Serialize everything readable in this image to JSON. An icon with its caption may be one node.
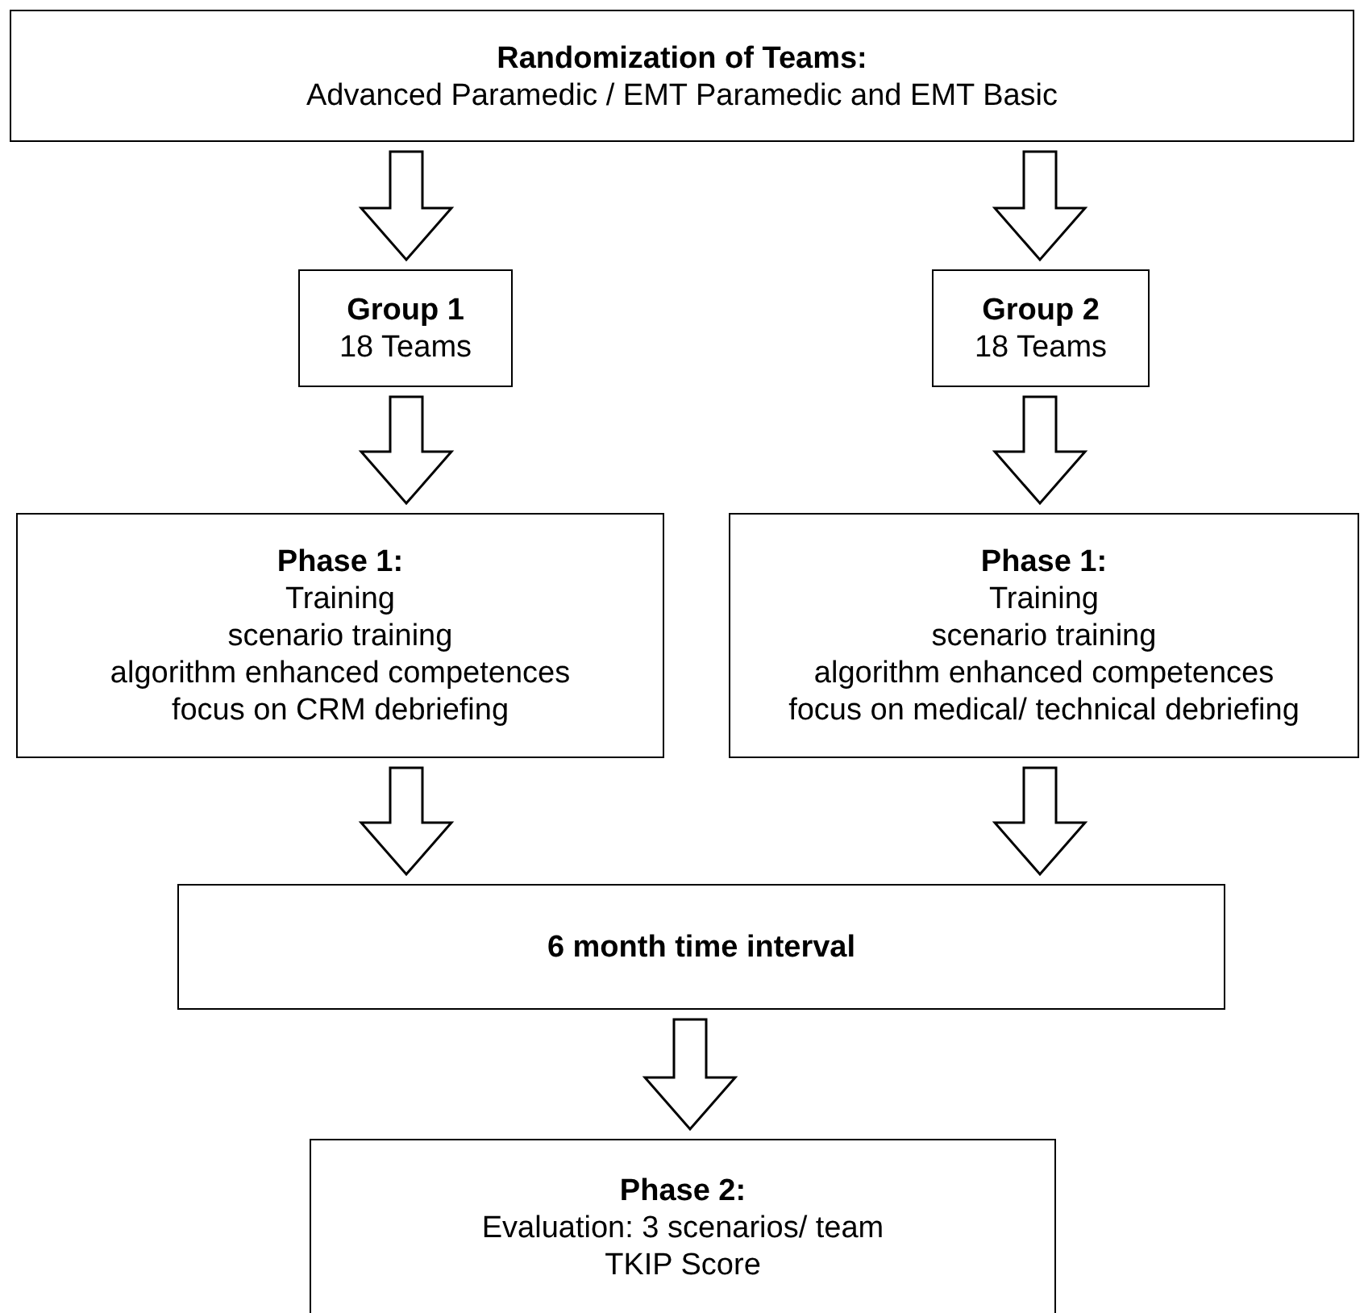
{
  "diagram": {
    "nodes": [
      {
        "text": [
          "Randomization of Teams:",
          "Advanced Paramedic / EMT Paramedic and EMT Basic"
        ]
      },
      {
        "text": [
          "Group 1",
          "18 Teams"
        ]
      },
      {
        "text": [
          "Group 2",
          "18 Teams"
        ]
      },
      {
        "text": [
          "Phase 1:",
          "Training",
          "scenario training",
          "algorithm enhanced competences",
          "focus on CRM debriefing"
        ]
      },
      {
        "text": [
          "Phase 1:",
          "Training",
          "scenario training",
          "algorithm enhanced competences",
          "focus on medical/ technical debriefing"
        ]
      },
      {
        "text": [
          "6 month time interval"
        ]
      },
      {
        "text": [
          "Phase 2:",
          "Evaluation: 3 scenarios/ team",
          "TKIP Score"
        ]
      }
    ],
    "edges": [
      {
        "from": 0,
        "to": 1,
        "arrow": "to"
      },
      {
        "from": 0,
        "to": 2,
        "arrow": "to"
      },
      {
        "from": 1,
        "to": 3,
        "arrow": "to"
      },
      {
        "from": 2,
        "to": 4,
        "arrow": "to"
      },
      {
        "from": 3,
        "to": 5,
        "arrow": "to"
      },
      {
        "from": 4,
        "to": 5,
        "arrow": "to"
      },
      {
        "from": 5,
        "to": 6,
        "arrow": "to"
      }
    ]
  }
}
